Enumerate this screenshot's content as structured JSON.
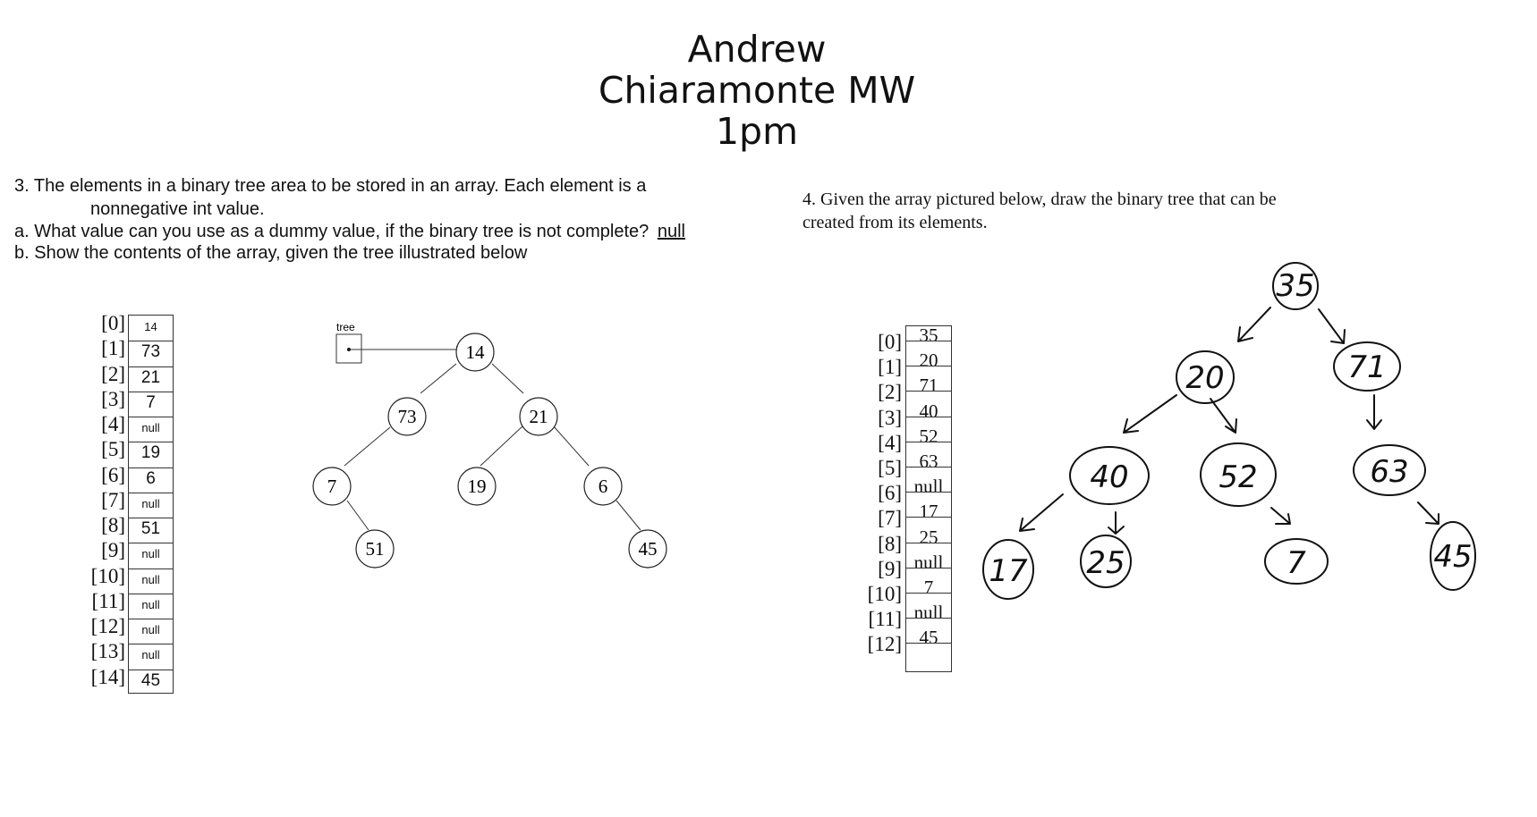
{
  "header": {
    "lines": [
      "Andrew",
      "Chiaramonte MW",
      "1pm"
    ]
  },
  "q3": {
    "line1": "3.  The elements in a binary tree area to be stored in an array.  Each element is a",
    "line2": "nonnegative int value.",
    "line_a_prefix": "a.  What value can you use as a dummy value, if the binary tree is not complete? ",
    "line_a_answer": "null",
    "line_a_suffix": " ",
    "line_b": "b.  Show the contents of the array, given the tree illustrated below",
    "array_indices": [
      "[0]",
      "[1]",
      "[2]",
      "[3]",
      "[4]",
      "[5]",
      "[6]",
      "[7]",
      "[8]",
      "[9]",
      "[10]",
      "[11]",
      "[12]",
      "[13]",
      "[14]"
    ],
    "array_values": [
      "14",
      "73",
      "21",
      "7",
      "null",
      "19",
      "6",
      "null",
      "51",
      "null",
      "null",
      "null",
      "null",
      "null",
      "45"
    ],
    "tree_label": "tree",
    "tree_nodes": [
      "14",
      "73",
      "21",
      "7",
      "19",
      "6",
      "51",
      "45"
    ]
  },
  "q4": {
    "line1": "4.   Given the array pictured below, draw the binary tree that can be",
    "line2": "created from its elements.",
    "array_indices": [
      "[0]",
      "[1]",
      "[2]",
      "[3]",
      "[4]",
      "[5]",
      "[6]",
      "[7]",
      "[8]",
      "[9]",
      "[10]",
      "[11]",
      "[12]"
    ],
    "array_values": [
      "35",
      "20",
      "71",
      "40",
      "52",
      "63",
      "null",
      "17",
      "25",
      "null",
      "7",
      "null",
      "45"
    ],
    "tree_nodes": [
      "35",
      "20",
      "71",
      "40",
      "52",
      "63",
      "17",
      "25",
      "7",
      "45"
    ]
  }
}
